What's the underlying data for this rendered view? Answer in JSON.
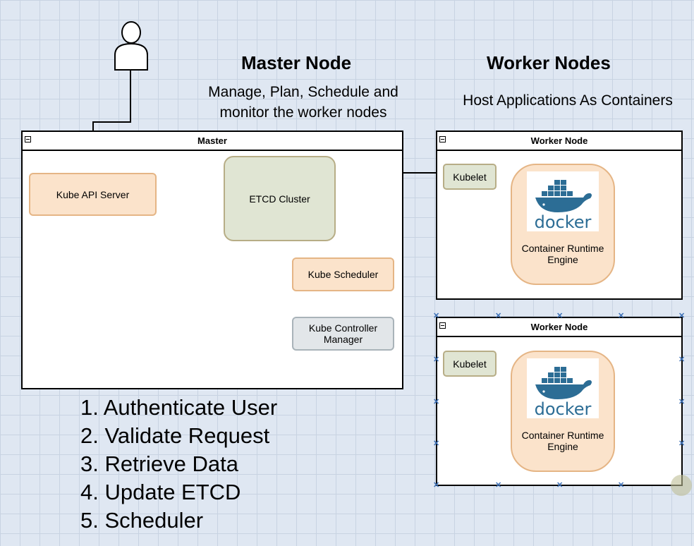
{
  "master_section": {
    "heading": "Master Node",
    "subtitle_line1": "Manage, Plan, Schedule and",
    "subtitle_line2": "monitor the worker nodes"
  },
  "worker_section": {
    "heading": "Worker Nodes",
    "subtitle": "Host Applications As Containers"
  },
  "master": {
    "title": "Master",
    "components": {
      "api_server": "Kube API Server",
      "etcd": "ETCD Cluster",
      "scheduler": "Kube Scheduler",
      "controller_line1": "Kube Controller",
      "controller_line2": "Manager"
    }
  },
  "workers": [
    {
      "title": "Worker Node",
      "kubelet": "Kubelet",
      "docker_text": "docker",
      "runtime_line1": "Container Runtime",
      "runtime_line2": "Engine"
    },
    {
      "title": "Worker Node",
      "kubelet": "Kubelet",
      "docker_text": "docker",
      "runtime_line1": "Container Runtime",
      "runtime_line2": "Engine"
    }
  ],
  "steps": [
    "1. Authenticate User",
    "2. Validate Request",
    "3. Retrieve Data",
    "4. Update ETCD",
    "5. Scheduler"
  ],
  "colors": {
    "background": "#dfe7f2",
    "component_orange": "#fbe3cb",
    "etcd_olive": "#e0e5d3",
    "controller_grey": "#e2e6e9",
    "docker_blue": "#2c6d95",
    "selection_blue": "#3b6fb6"
  }
}
